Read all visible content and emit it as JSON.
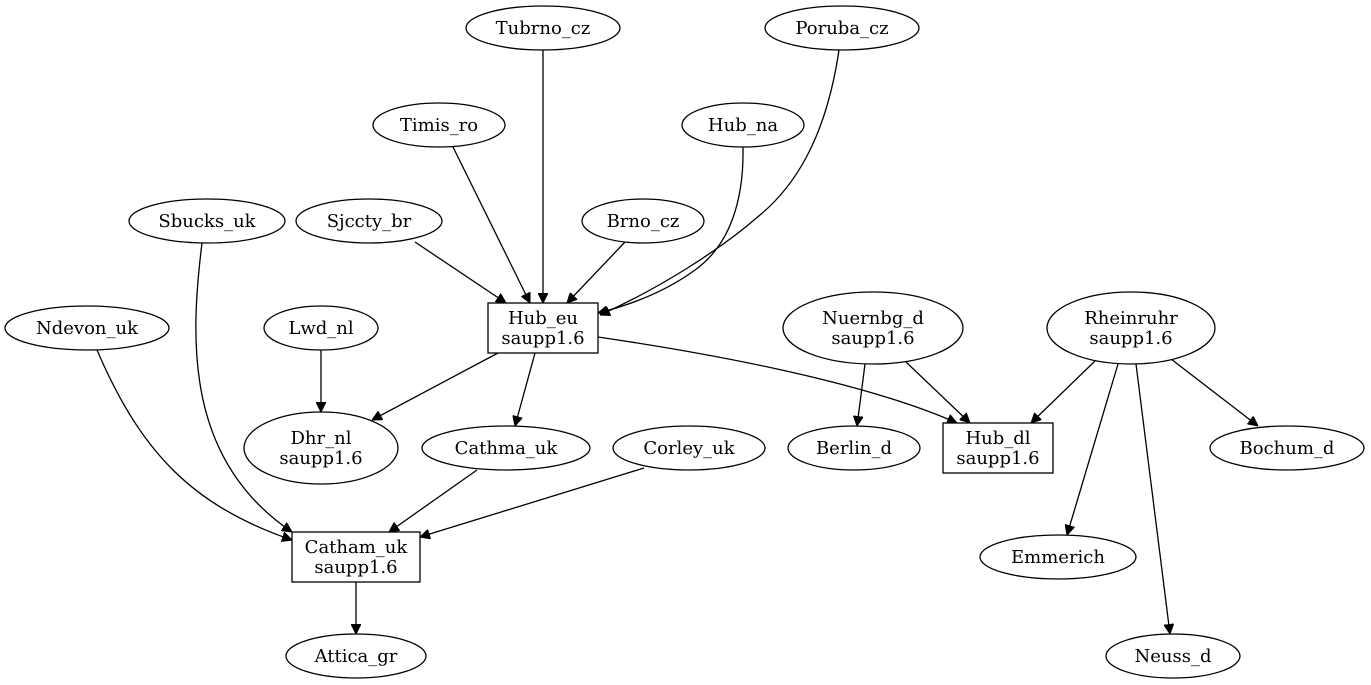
{
  "diagram": {
    "nodes": {
      "tubrno_cz": {
        "lines": [
          "Tubrno_cz"
        ]
      },
      "poruba_cz": {
        "lines": [
          "Poruba_cz"
        ]
      },
      "timis_ro": {
        "lines": [
          "Timis_ro"
        ]
      },
      "hub_na": {
        "lines": [
          "Hub_na"
        ]
      },
      "sbucks_uk": {
        "lines": [
          "Sbucks_uk"
        ]
      },
      "sjccty_br": {
        "lines": [
          "Sjccty_br"
        ]
      },
      "brno_cz": {
        "lines": [
          "Brno_cz"
        ]
      },
      "ndevon_uk": {
        "lines": [
          "Ndevon_uk"
        ]
      },
      "lwd_nl": {
        "lines": [
          "Lwd_nl"
        ]
      },
      "hub_eu": {
        "lines": [
          "Hub_eu",
          "saupp1.6"
        ]
      },
      "nuernbg_d": {
        "lines": [
          "Nuernbg_d",
          "saupp1.6"
        ]
      },
      "rheinruhr": {
        "lines": [
          "Rheinruhr",
          "saupp1.6"
        ]
      },
      "dhr_nl": {
        "lines": [
          "Dhr_nl",
          "saupp1.6"
        ]
      },
      "cathma_uk": {
        "lines": [
          "Cathma_uk"
        ]
      },
      "corley_uk": {
        "lines": [
          "Corley_uk"
        ]
      },
      "berlin_d": {
        "lines": [
          "Berlin_d"
        ]
      },
      "hub_dl": {
        "lines": [
          "Hub_dl",
          "saupp1.6"
        ]
      },
      "bochum_d": {
        "lines": [
          "Bochum_d"
        ]
      },
      "catham_uk": {
        "lines": [
          "Catham_uk",
          "saupp1.6"
        ]
      },
      "emmerich": {
        "lines": [
          "Emmerich"
        ]
      },
      "attica_gr": {
        "lines": [
          "Attica_gr"
        ]
      },
      "neuss_d": {
        "lines": [
          "Neuss_d"
        ]
      }
    },
    "edges": [
      [
        "tubrno_cz",
        "hub_eu"
      ],
      [
        "poruba_cz",
        "hub_eu"
      ],
      [
        "timis_ro",
        "hub_eu"
      ],
      [
        "hub_na",
        "hub_eu"
      ],
      [
        "sjccty_br",
        "hub_eu"
      ],
      [
        "brno_cz",
        "hub_eu"
      ],
      [
        "lwd_nl",
        "dhr_nl"
      ],
      [
        "hub_eu",
        "dhr_nl"
      ],
      [
        "hub_eu",
        "cathma_uk"
      ],
      [
        "hub_eu",
        "hub_dl"
      ],
      [
        "sbucks_uk",
        "catham_uk"
      ],
      [
        "ndevon_uk",
        "catham_uk"
      ],
      [
        "cathma_uk",
        "catham_uk"
      ],
      [
        "corley_uk",
        "catham_uk"
      ],
      [
        "catham_uk",
        "attica_gr"
      ],
      [
        "nuernbg_d",
        "berlin_d"
      ],
      [
        "nuernbg_d",
        "hub_dl"
      ],
      [
        "rheinruhr",
        "hub_dl"
      ],
      [
        "rheinruhr",
        "bochum_d"
      ],
      [
        "rheinruhr",
        "emmerich"
      ],
      [
        "rheinruhr",
        "neuss_d"
      ]
    ]
  }
}
